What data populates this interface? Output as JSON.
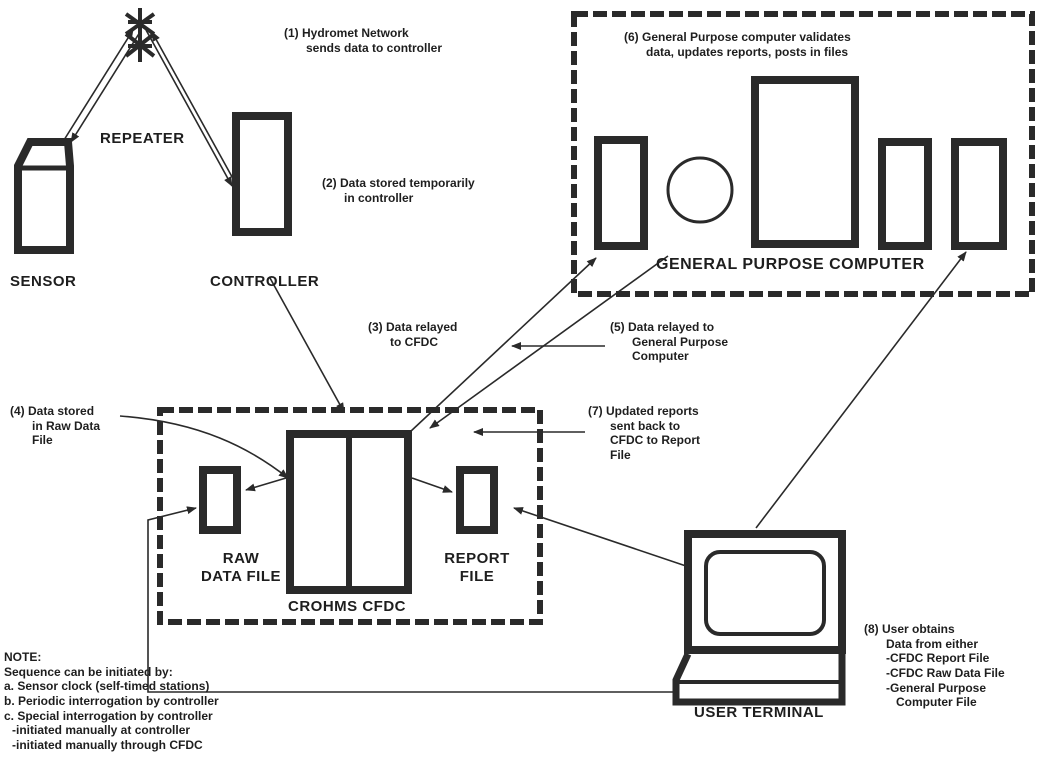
{
  "labels": {
    "repeater": "REPEATER",
    "sensor": "SENSOR",
    "controller": "CONTROLLER",
    "gpc": "GENERAL PURPOSE COMPUTER",
    "raw_line1": "RAW",
    "raw_line2": "DATA FILE",
    "crohms": "CROHMS CFDC",
    "report_line1": "REPORT",
    "report_line2": "FILE",
    "user_terminal": "USER TERMINAL"
  },
  "steps": {
    "s1": [
      "(1) Hydromet Network",
      "sends data to controller"
    ],
    "s2": [
      "(2) Data stored temporarily",
      "in controller"
    ],
    "s3": [
      "(3) Data relayed",
      "to CFDC"
    ],
    "s4": [
      "(4) Data stored",
      "in Raw Data",
      "File"
    ],
    "s5": [
      "(5) Data relayed to",
      "General Purpose",
      "Computer"
    ],
    "s6": [
      "(6) General Purpose computer validates",
      "data, updates reports, posts in files"
    ],
    "s7": [
      "(7) Updated reports",
      "sent back to",
      "CFDC to Report",
      "File"
    ],
    "s8": [
      "(8) User obtains",
      "Data from either",
      "-CFDC Report File",
      "-CFDC Raw Data File",
      "-General Purpose",
      "Computer File"
    ]
  },
  "note": {
    "title": "NOTE:",
    "lines": [
      "Sequence can be initiated by:",
      "a. Sensor clock (self-timed stations)",
      "b. Periodic interrogation by controller",
      "c. Special interrogation by controller",
      "-initiated manually at controller",
      "-initiated manually through CFDC"
    ]
  }
}
